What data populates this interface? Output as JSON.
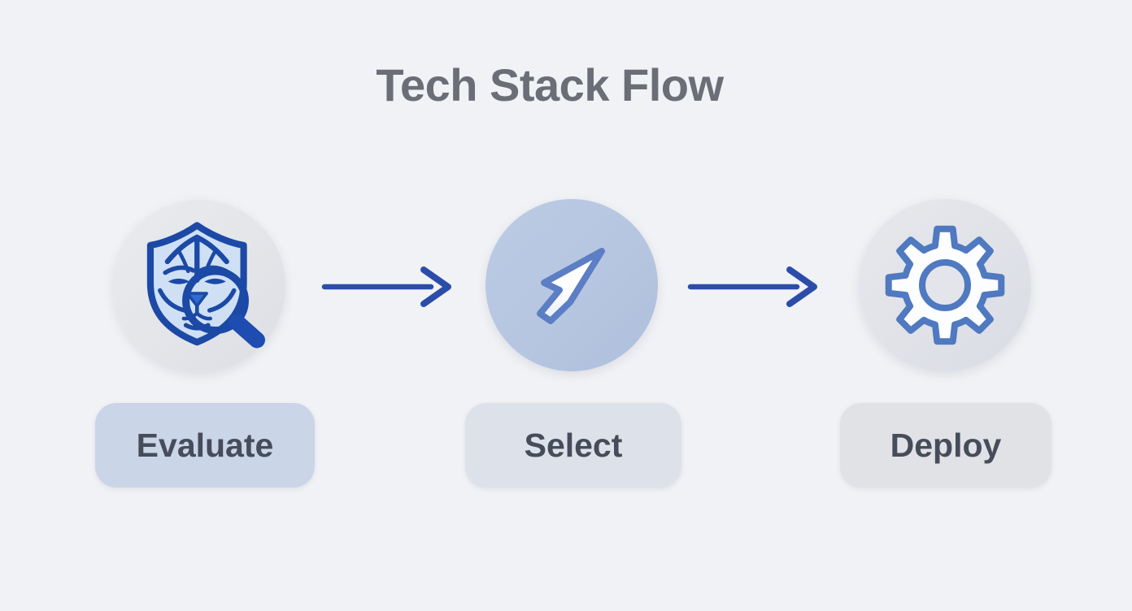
{
  "title": "Tech Stack Flow",
  "steps": [
    {
      "label": "Evaluate",
      "icon": "shield-lion-search-icon",
      "circle_color": "#e3e5e9",
      "label_bg": "#cad5e7"
    },
    {
      "label": "Select",
      "icon": "cursor-arrow-icon",
      "circle_color": "#b6c6e0",
      "label_bg": "#dde1ea"
    },
    {
      "label": "Deploy",
      "icon": "gear-icon",
      "circle_color": "#e0e2e8",
      "label_bg": "#e0e2e6"
    }
  ],
  "connectors": [
    {
      "from": "Evaluate",
      "to": "Select"
    },
    {
      "from": "Select",
      "to": "Deploy"
    }
  ],
  "colors": {
    "background": "#f1f2f5",
    "title_text": "#6b6e76",
    "label_text": "#464d5a",
    "arrow": "#2b4da9",
    "icon_dark_blue": "#1c49a6",
    "icon_medium_blue": "#4f79c0",
    "icon_light_blue_fill": "#cfe0f4",
    "icon_white_fill": "#fcfdfe"
  }
}
